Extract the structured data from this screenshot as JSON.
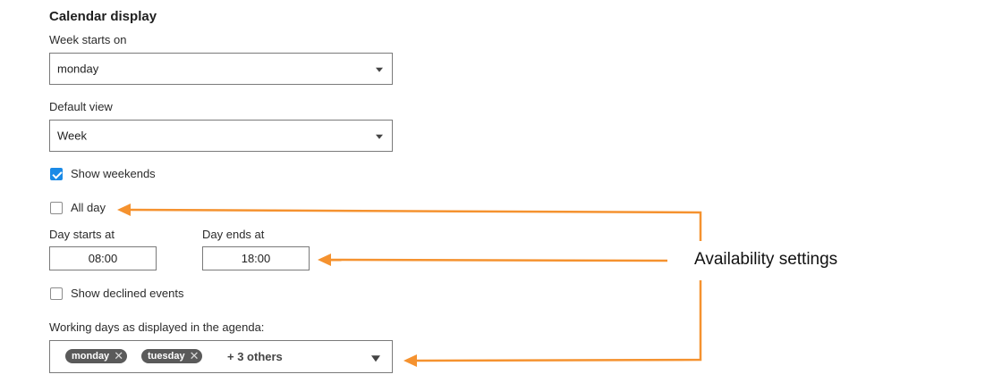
{
  "calendar_display": {
    "title": "Calendar display",
    "week_starts_on": {
      "label": "Week starts on",
      "value": "monday"
    },
    "default_view": {
      "label": "Default view",
      "value": "Week"
    },
    "show_weekends": {
      "label": "Show weekends",
      "checked": true
    },
    "all_day": {
      "label": "All day",
      "checked": false
    },
    "day_starts_at": {
      "label": "Day starts at",
      "value": "08:00"
    },
    "day_ends_at": {
      "label": "Day ends at",
      "value": "18:00"
    },
    "show_declined_events": {
      "label": "Show declined events",
      "checked": false
    },
    "working_days": {
      "label": "Working days as displayed in the agenda:",
      "chips": [
        "monday",
        "tuesday"
      ],
      "remove_glyph": "✕",
      "more_text": "+ 3 others"
    }
  },
  "annotation": {
    "text": "Availability settings",
    "arrow_color": "#f5922f"
  },
  "colors": {
    "accent": "#1a8ae6",
    "chip_bg": "#5a5a5a"
  }
}
